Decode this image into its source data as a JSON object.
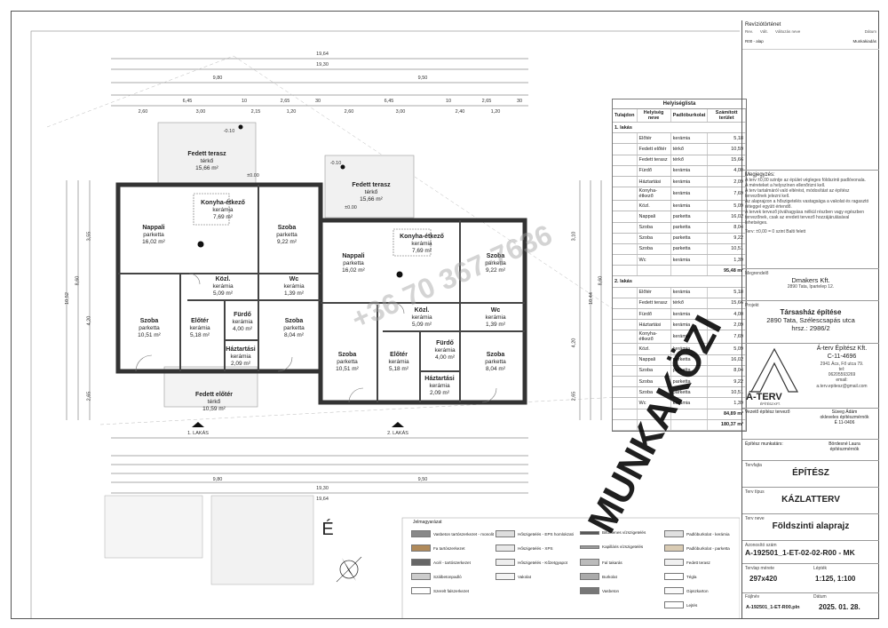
{
  "plan": {
    "dims_top_total": "19,64",
    "dims_top_2": "19,30",
    "dims_top_3": [
      "9,80",
      "9,50"
    ],
    "dims_top_4": [
      "6,45",
      "10",
      "2,65",
      "30",
      "6,45",
      "10",
      "2,65",
      "30"
    ],
    "dims_top_5": [
      "2,60",
      "3,00",
      "2,15",
      "1,20",
      "2,60",
      "3,00",
      "2,40",
      "1,20"
    ],
    "dims_bottom_total": "19,64",
    "dims_bottom_2": "19,30",
    "dims_bottom_3": [
      "9,80",
      "9,50"
    ],
    "dims_side_left": [
      "10,52",
      "8,60",
      "3,55",
      "4,20",
      "2,65"
    ],
    "dims_side_right": [
      "10,44",
      "8,60",
      "3,10",
      "4,20",
      "2,65"
    ],
    "elevation_labels": [
      "-0.10",
      "±0.00",
      "-0.10",
      "±0.00"
    ],
    "rooms_a": [
      {
        "name": "Fedett terasz",
        "floor": "térkő",
        "area": "15,66 m²"
      },
      {
        "name": "Konyha-étkező",
        "floor": "kerámia",
        "area": "7,69 m²"
      },
      {
        "name": "Nappali",
        "floor": "parketta",
        "area": "16,02 m²"
      },
      {
        "name": "Szoba",
        "floor": "parketta",
        "area": "9,22 m²"
      },
      {
        "name": "Közl.",
        "floor": "kerámia",
        "area": "5,09 m²"
      },
      {
        "name": "Wc",
        "floor": "kerámia",
        "area": "1,39 m²"
      },
      {
        "name": "Fürdő",
        "floor": "kerámia",
        "area": "4,00 m²"
      },
      {
        "name": "Szoba",
        "floor": "parketta",
        "area": "10,51 m²"
      },
      {
        "name": "Előtér",
        "floor": "kerámia",
        "area": "5,18 m²"
      },
      {
        "name": "Szoba",
        "floor": "parketta",
        "area": "8,04 m²"
      },
      {
        "name": "Háztartási",
        "floor": "kerámia",
        "area": "2,09 m²"
      },
      {
        "name": "Fedett előtér",
        "floor": "térkő",
        "area": "10,59 m²"
      }
    ],
    "rooms_b": [
      {
        "name": "Fedett terasz",
        "floor": "térkő",
        "area": "15,66 m²"
      },
      {
        "name": "Konyha-étkező",
        "floor": "kerámia",
        "area": "7,69 m²"
      },
      {
        "name": "Nappali",
        "floor": "parketta",
        "area": "16,02 m²"
      },
      {
        "name": "Szoba",
        "floor": "parketta",
        "area": "9,22 m²"
      },
      {
        "name": "Közl.",
        "floor": "kerámia",
        "area": "5,09 m²"
      },
      {
        "name": "Wc",
        "floor": "kerámia",
        "area": "1,39 m²"
      },
      {
        "name": "Fürdő",
        "floor": "kerámia",
        "area": "4,00 m²"
      },
      {
        "name": "Szoba",
        "floor": "parketta",
        "area": "10,51 m²"
      },
      {
        "name": "Előtér",
        "floor": "kerámia",
        "area": "5,18 m²"
      },
      {
        "name": "Szoba",
        "floor": "parketta",
        "area": "8,04 m²"
      },
      {
        "name": "Háztartási",
        "floor": "kerámia",
        "area": "2,09 m²"
      }
    ],
    "entrance_labels": [
      "1. LAKÁS",
      "2. LAKÁS"
    ],
    "north_label": "É",
    "legend_title": "Jelmagyarázat"
  },
  "room_table": {
    "caption": "Helyiséglista",
    "headers": [
      "Tulajdon",
      "Helyiség neve",
      "Padlóburkolat",
      "Számított terület"
    ],
    "section1": "1. lakás",
    "rows1": [
      [
        "Előtér",
        "kerámia",
        "5,18"
      ],
      [
        "Fedett előtér",
        "térkő",
        "10,59"
      ],
      [
        "Fedett terasz",
        "térkő",
        "15,66"
      ],
      [
        "Fürdő",
        "kerámia",
        "4,00"
      ],
      [
        "Háztartási",
        "kerámia",
        "2,09"
      ],
      [
        "Konyha-étkező",
        "kerámia",
        "7,69"
      ],
      [
        "Közl.",
        "kerámia",
        "5,09"
      ],
      [
        "Nappali",
        "parketta",
        "16,02"
      ],
      [
        "Szoba",
        "parketta",
        "8,04"
      ],
      [
        "Szoba",
        "parketta",
        "9,22"
      ],
      [
        "Szoba",
        "parketta",
        "10,51"
      ],
      [
        "Wc",
        "kerámia",
        "1,39"
      ]
    ],
    "sum1": "95,48 m²",
    "section2": "2. lakás",
    "rows2": [
      [
        "Előtér",
        "kerámia",
        "5,18"
      ],
      [
        "Fedett terasz",
        "térkő",
        "15,66"
      ],
      [
        "Fürdő",
        "kerámia",
        "4,00"
      ],
      [
        "Háztartási",
        "kerámia",
        "2,09"
      ],
      [
        "Konyha-étkező",
        "kerámia",
        "7,69"
      ],
      [
        "Közl.",
        "kerámia",
        "5,09"
      ],
      [
        "Nappali",
        "parketta",
        "16,02"
      ],
      [
        "Szoba",
        "parketta",
        "8,04"
      ],
      [
        "Szoba",
        "parketta",
        "9,22"
      ],
      [
        "Szoba",
        "parketta",
        "10,51"
      ],
      [
        "Wc",
        "kerámia",
        "1,39"
      ]
    ],
    "sum2": "84,89 m²",
    "total": "180,37 m²"
  },
  "title_block": {
    "revision_title": "Revíziótörténet",
    "rev_headers": [
      "Rev.",
      "Vált.",
      "Változás neve",
      "Dátum"
    ],
    "rev_row": [
      "R00 - alap",
      "Munkakiadás"
    ],
    "notes_title": "Megjegyzés:",
    "notes": [
      "A terv ±0,00 szintje az épület végleges földszinti padlóvonala.",
      "A méreteket a helyszínen ellenőrizni kell.",
      "A terv tartalmáról való eltérést, módosítást az építész",
      "tervezőnek jelezni kell.",
      "Az alaprajzon a hőszigetelés vastagsága a vakolat és ragasztó",
      "réteggel együtt értendő.",
      "A tervek tervező jóváhagyása nélkül részben vagy egészben",
      "tervezőnek, csak az eredeti tervező hozzájárulásával",
      "lehetséges."
    ],
    "datum_line": "Terv: ±0,00 = 0 szint Balti felett",
    "client_label": "Megrendelő",
    "client_name": "Dmakers Kft.",
    "client_addr": "2890 Tata, Ipartelep 12.",
    "project_label": "Projekt",
    "project_name": "Társasház építése",
    "project_addr": "2890 Tata, Szélescsapás utca",
    "project_hrsz": "hrsz.: 2986/2",
    "firm_name": "Á-terv Építész Kft.",
    "firm_reg": "C-11-4696",
    "firm_addr": "2941 Ács, Fő utca 79.",
    "firm_tel_label": "tel:",
    "firm_tel": "06205593269",
    "firm_email_label": "email:",
    "firm_email": "a.terv.epitesz@gmail.com",
    "logo_text": "Á-TERV",
    "logo_sub": "ÉPÍTÉSZ KFT.",
    "lead_label": "Vezető építész tervező",
    "lead_name": "Süveg Ádám",
    "lead_title": "okleveles építészmérnök",
    "lead_id": "É 11-0406",
    "team_label": "Építész munkatárs:",
    "team_name": "Bördesné Laura",
    "team_title": "építészmérnök",
    "discipline_label": "Tervfajta",
    "discipline": "ÉPÍTÉSZ",
    "type_label": "Terv típus",
    "type": "KÁZLATTERV",
    "name_label": "Terv neve",
    "plan_name": "Földszinti alaprajz",
    "id_label": "Azonosító szám",
    "id": "A-192501_1-ET-02-02-R00 - MK",
    "size_label": "Tervlap mérete",
    "size": "297x420",
    "scale_label": "Lépték",
    "scale": "1:125, 1:100",
    "file_label": "Fájlnév",
    "file": "A-192501_1-ET-R00.pln",
    "date_label": "Dátum",
    "date": "2025. 01. 28."
  },
  "watermarks": {
    "phone": "+36 70 367-7636",
    "stamp": "MUNKAKÖZI"
  },
  "legend_items": [
    "Vasbeton tartószerkezet - monolit",
    "Fa tartószerkezet",
    "Acél - tartószerkezet",
    "Szálbetonpadló",
    "Szerelt falszerkezet",
    "Hőszigetelés - EPS homlokzati",
    "Hőszigetelés - XPS",
    "Hőszigetelés - Kőzetgyapot",
    "Vakolat",
    "Bitumenes vízszigetelés",
    "Kapilláris vízszigetelés",
    "Fal takarás",
    "Burkolat",
    "Padlóburkolat - kerámia",
    "Padlóburkolat - parketta",
    "Fedett terasz",
    "Vasbeton",
    "Tégla",
    "Gipszkarton",
    "Lejtés"
  ]
}
